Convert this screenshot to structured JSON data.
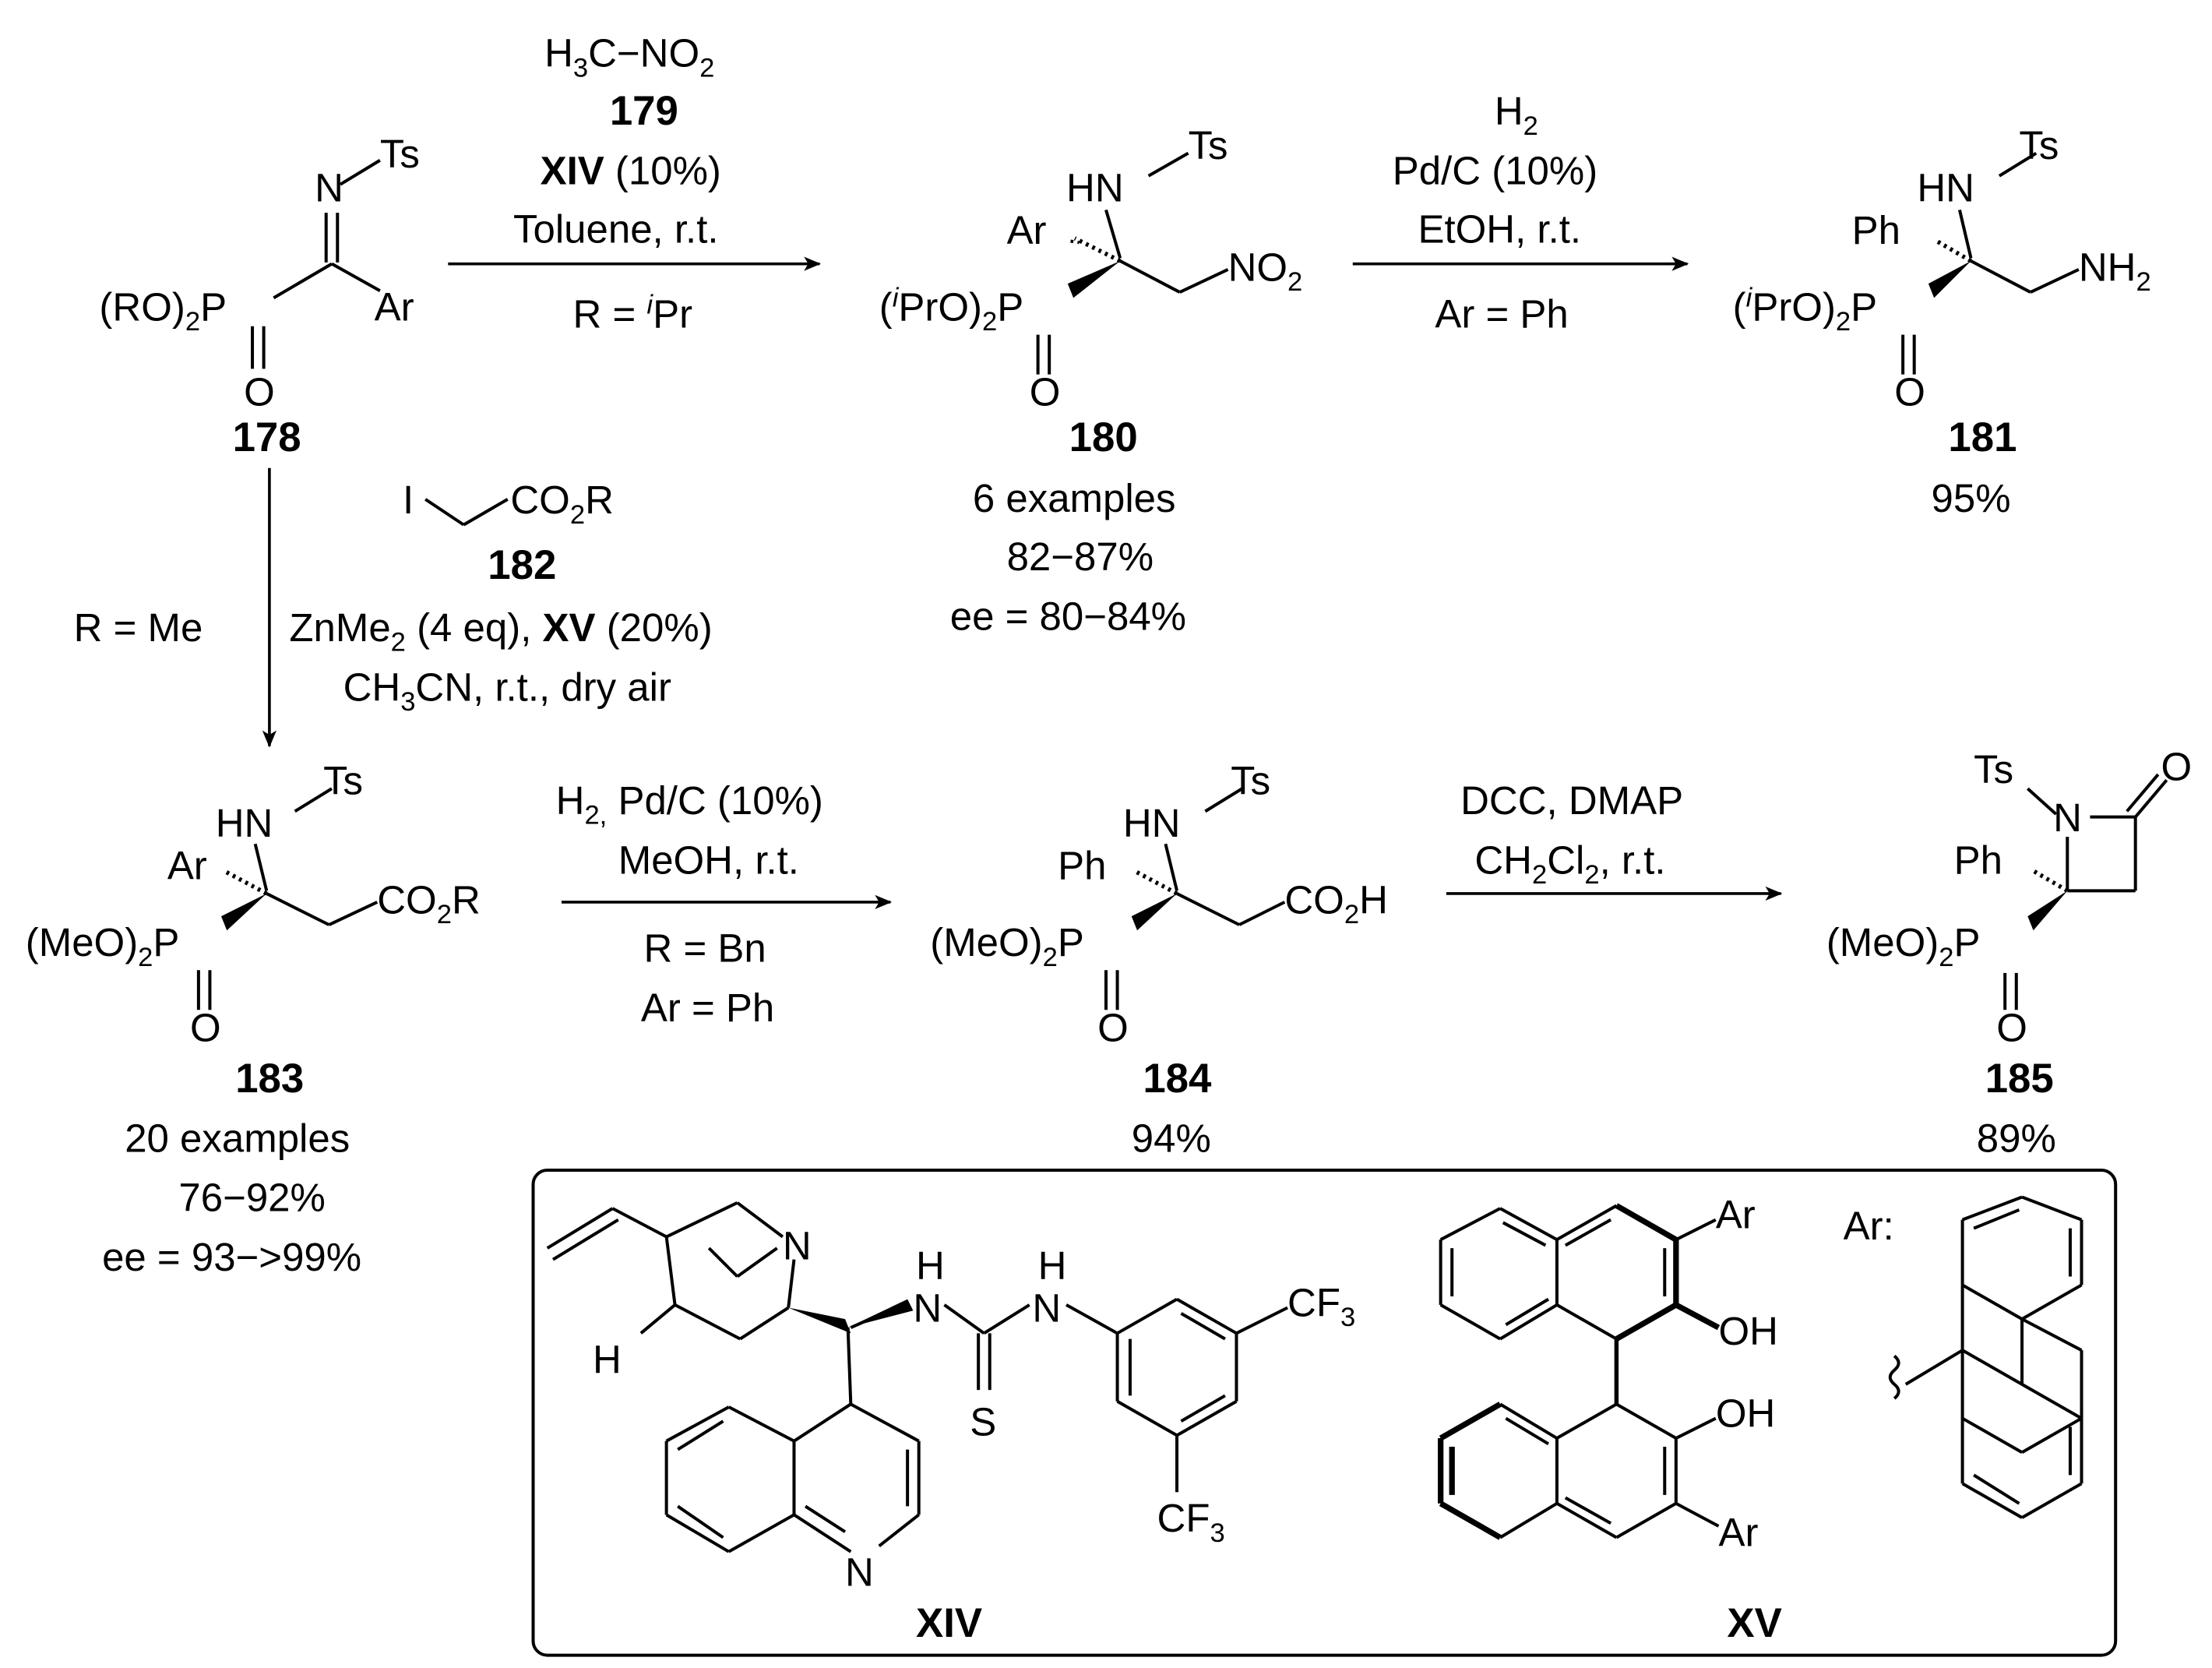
{
  "compounds": {
    "c178": {
      "label": "178",
      "ts": "Ts",
      "n": "N",
      "ester": "(RO)",
      "ester_sub": "2",
      "p": "P",
      "o": "O",
      "ar": "Ar"
    },
    "c180": {
      "label": "180",
      "ts": "Ts",
      "hn": "HN",
      "ar": "Ar",
      "ester_pre": "(",
      "ester_i": "i",
      "ester": "PrO)",
      "ester_sub": "2",
      "p": "P",
      "o": "O",
      "no2": "NO",
      "no2_sub": "2",
      "examples": "6 examples",
      "yield": "82−87%",
      "ee": "ee = 80−84%"
    },
    "c181": {
      "label": "181",
      "ts": "Ts",
      "hn": "HN",
      "ph": "Ph",
      "ester_pre": "(",
      "ester_i": "i",
      "ester": "PrO)",
      "ester_sub": "2",
      "p": "P",
      "o": "O",
      "nh2": "NH",
      "nh2_sub": "2",
      "yield": "95%"
    },
    "c183": {
      "label": "183",
      "ts": "Ts",
      "hn": "HN",
      "ar": "Ar",
      "ester": "(MeO)",
      "ester_sub": "2",
      "p": "P",
      "o": "O",
      "co2r": "CO",
      "co2r_sub": "2",
      "co2r_end": "R",
      "examples": "20 examples",
      "yield": "76−92%",
      "ee": "ee = 93−>99%"
    },
    "c184": {
      "label": "184",
      "ts": "Ts",
      "hn": "HN",
      "ph": "Ph",
      "ester": "(MeO)",
      "ester_sub": "2",
      "p": "P",
      "o": "O",
      "co2h": "CO",
      "co2h_sub": "2",
      "co2h_end": "H",
      "yield": "94%"
    },
    "c185": {
      "label": "185",
      "ts": "Ts",
      "n": "N",
      "ketone_o": "O",
      "ph": "Ph",
      "ester": "(MeO)",
      "ester_sub": "2",
      "p": "P",
      "o": "O",
      "yield": "89%"
    }
  },
  "reagents": {
    "r1": {
      "line1_a": "H",
      "line1_sub": "3",
      "line1_b": "C−NO",
      "line1_sub2": "2",
      "line2": "179",
      "line3_bold": "XIV",
      "line3_rest": " (10%)",
      "line4": "Toluene, r.t.",
      "below_a": "R = ",
      "below_i": "i",
      "below_b": "Pr"
    },
    "r2": {
      "line1_a": "H",
      "line1_sub": "2",
      "line2": "Pd/C (10%)",
      "line3": "EtOH, r.t.",
      "below": "Ar = Ph"
    },
    "r3": {
      "left": "R = Me",
      "iodo": "I",
      "co2r": "CO",
      "co2r_sub": "2",
      "co2r_end": "R",
      "label": "182",
      "line3_a": "ZnMe",
      "line3_sub": "2",
      "line3_b": " (4 eq), ",
      "line3_bold": "XV",
      "line3_c": " (20%)",
      "line4_a": "CH",
      "line4_sub": "3",
      "line4_b": "CN, r.t., dry air"
    },
    "r4": {
      "line1_a": "H",
      "line1_sub": "2,",
      "line1_b": " Pd/C (10%)",
      "line2": "MeOH, r.t.",
      "below1": "R = Bn",
      "below2": "Ar = Ph"
    },
    "r5": {
      "line1": "DCC, DMAP",
      "line2_a": "CH",
      "line2_sub": "2",
      "line2_b": "Cl",
      "line2_sub2": "2",
      "line2_c": ", r.t."
    }
  },
  "catalysts": {
    "xiv": {
      "label": "XIV",
      "n_ring": "N",
      "h": "H",
      "nh1": "H",
      "n1": "N",
      "nh2": "H",
      "n2": "N",
      "s": "S",
      "n_quin": "N",
      "cf3_a": "CF",
      "cf3_a_sub": "3",
      "cf3_b": "CF",
      "cf3_b_sub": "3"
    },
    "xv": {
      "label": "XV",
      "ar_top": "Ar",
      "oh1": "OH",
      "oh2": "OH",
      "ar_bottom": "Ar"
    },
    "ar_def": {
      "label": "Ar:"
    }
  }
}
